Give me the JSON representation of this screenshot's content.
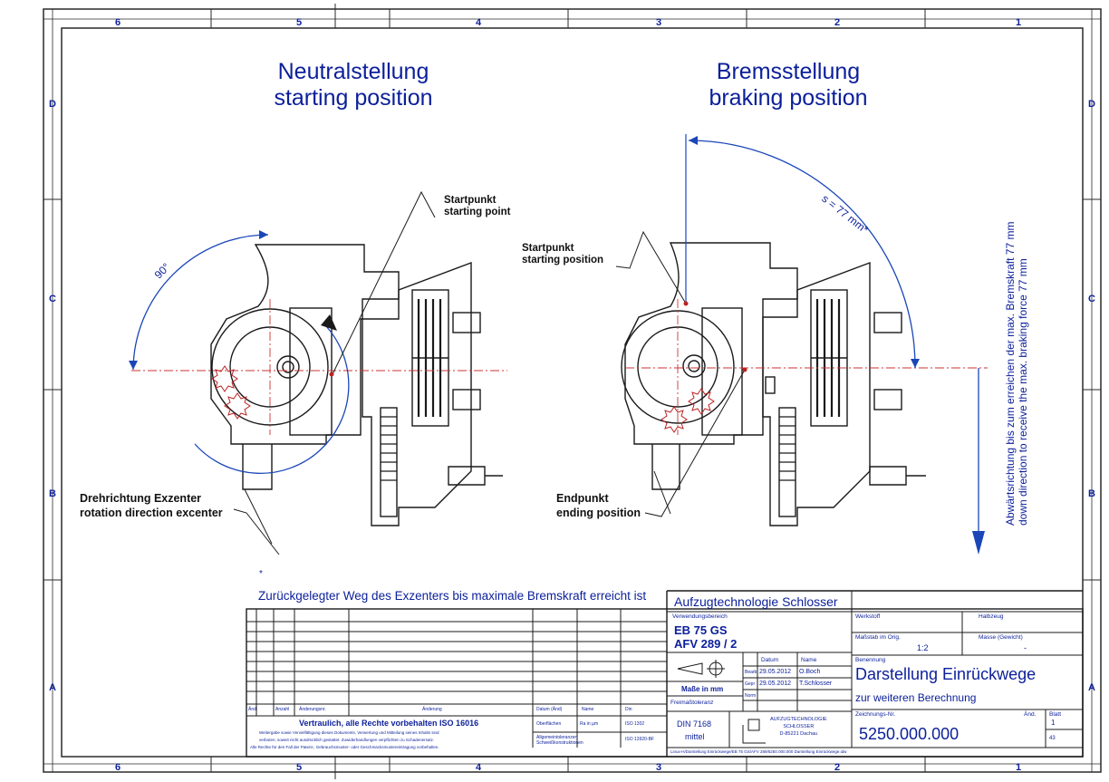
{
  "frame": {
    "top_numbers": [
      "6",
      "5",
      "4",
      "3",
      "2",
      "1"
    ],
    "bottom_numbers": [
      "6",
      "5",
      "4",
      "3",
      "2",
      "1"
    ],
    "side_letters": [
      "D",
      "C",
      "B",
      "A"
    ]
  },
  "headings": {
    "left_de": "Neutralstellung",
    "left_en": "starting position",
    "right_de": "Bremsstellung",
    "right_en": "braking position"
  },
  "labels": {
    "angle": "90°",
    "startpunkt_left_de": "Startpunkt",
    "startpunkt_left_en": "starting point",
    "startpunkt_right_de": "Startpunkt",
    "startpunkt_right_en": "starting position",
    "rotation_de": "Drehrichtung Exzenter",
    "rotation_en": "rotation direction excenter",
    "endpunkt_de": "Endpunkt",
    "endpunkt_en": "ending position",
    "distance": "s = 77 mm*",
    "vertical_de": "Abwärtsrichtung bis zum erreichen der max. Bremskraft 77 mm",
    "vertical_en": "down direction to receive the max. braking force 77 mm",
    "footnote": "Zurückgelegter Weg des Exzenters bis maximale Bremskraft erreicht ist",
    "footnote_mark": "*"
  },
  "title_block": {
    "company": "Aufzugtechnologie Schlosser",
    "field_usage": "Verwendungsbereich",
    "product_1": "EB 75 GS",
    "product_2": "AFV 289 / 2",
    "field_material": "Werkstoff",
    "field_blank": "Halbzeug",
    "field_scale": "Maßstab im Orig.",
    "scale": "1:2",
    "field_mass": "Masse (Gewicht)",
    "mass": "-",
    "field_designation": "Benennung",
    "title": "Darstellung Einrückwege",
    "subtitle": "zur weiteren Berechnung",
    "field_drawing_no": "Zeichnungs-Nr.",
    "drawing_no": "5250.000.000",
    "field_rev": "Änd.",
    "field_sheet": "Blatt",
    "sheet": "1",
    "sheets": "43",
    "hdr_datum": "Datum",
    "hdr_name": "Name",
    "row_bearb": "Bearb",
    "row_gepr": "Gepr",
    "row_norm": "Norm",
    "date_1": "29.05.2012",
    "name_1": "O.Boch",
    "date_2": "29.05.2012",
    "name_2": "T.Schlosser",
    "units": "Maße in mm",
    "tolerance_label": "Freimaßtoleranz",
    "din": "DIN 7168",
    "din_class": "mittel",
    "logo_text_1": "AUFZUGTECHNOLOGIE",
    "logo_text_2": "SCHLOSSER",
    "logo_text_3": "D-85221 Dachau",
    "confidential": "Vertraulich, alle Rechte vorbehalten ISO 16016",
    "confidential_small_1": "Weitergabe sowie Vervielfältigung dieses Dokuments, Verwertung und Mitteilung seines Inhalts sind",
    "confidential_small_2": "verboten, soweit nicht ausdrücklich gestattet. Zuwiderhandlungen verpflichten zu Schadenersatz.",
    "confidential_small_3": "Alle Rechte für den Fall der Patent-, Gebrauchsmuster- oder Geschmacksmustereintragung vorbehalten.",
    "hdr_aend": "Änd",
    "hdr_anzahl": "Anzahl",
    "hdr_aenderungsnr": "Änderungsnr.",
    "hdr_aenderung": "Änderung",
    "hdr_datum2": "Datum (Änd)",
    "hdr_name2": "Name",
    "hdr_din": "Din",
    "surface_label": "Oberflächen",
    "surface_value": "Ra in µm",
    "iso_1": "ISO 1302",
    "tolerances_label_1": "Allgemeintoleranzen",
    "tolerances_label_2": "Schweißkonstruktionen",
    "iso_2": "ISO 13920-BF",
    "path": "Linux-H/Darstellung Einrückwege/EB 75 GS/AFV 289/5250.000.000 Darstellung Einrückwege.idw"
  }
}
